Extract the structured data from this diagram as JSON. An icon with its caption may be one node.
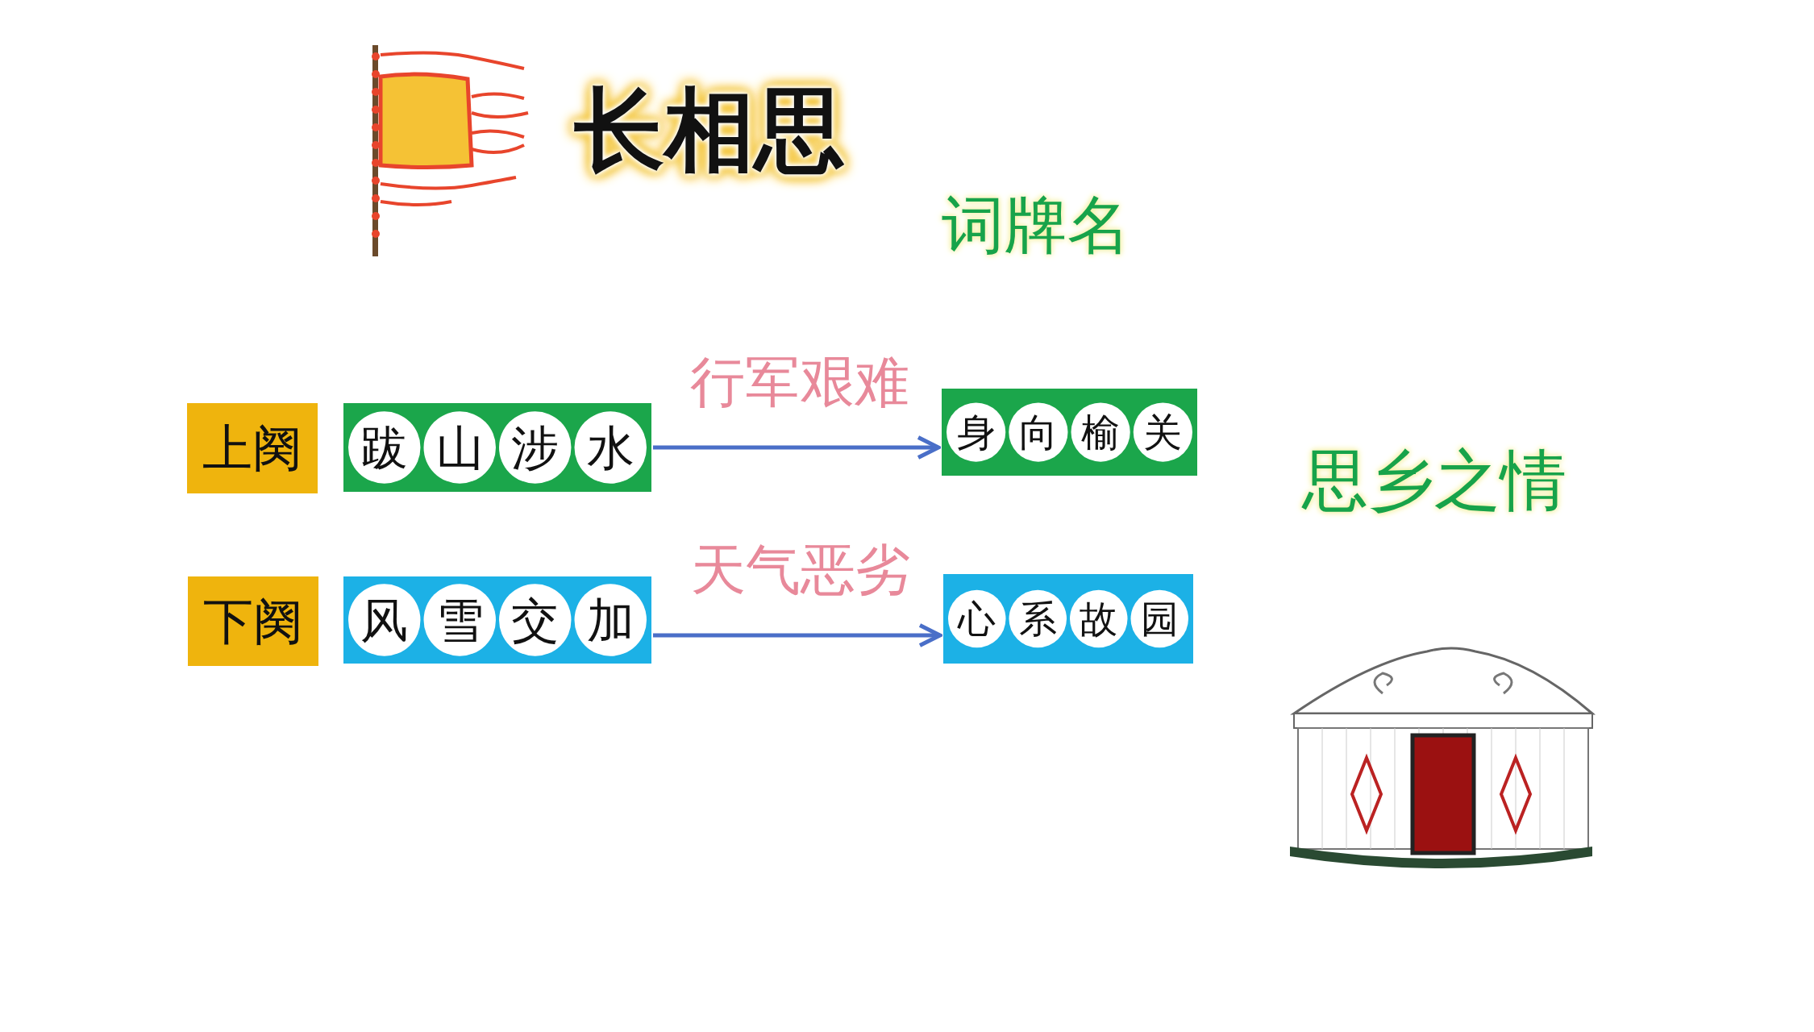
{
  "diagram": {
    "title": "长相思",
    "nodes": [
      {
        "text": [
          "上阕"
        ]
      },
      {
        "text": [
          "跋山涉水"
        ]
      },
      {
        "text": [
          "身向榆关"
        ]
      },
      {
        "text": [
          "下阕"
        ]
      },
      {
        "text": [
          "风雪交加"
        ]
      },
      {
        "text": [
          "心系故园"
        ]
      }
    ],
    "edges": [
      {
        "from": 1,
        "to": 2,
        "arrow": "to",
        "label": "行军艰难"
      },
      {
        "from": 4,
        "to": 5,
        "arrow": "to",
        "label": "天气恶劣"
      }
    ],
    "labels": [
      "词牌名",
      "思乡之情"
    ]
  }
}
